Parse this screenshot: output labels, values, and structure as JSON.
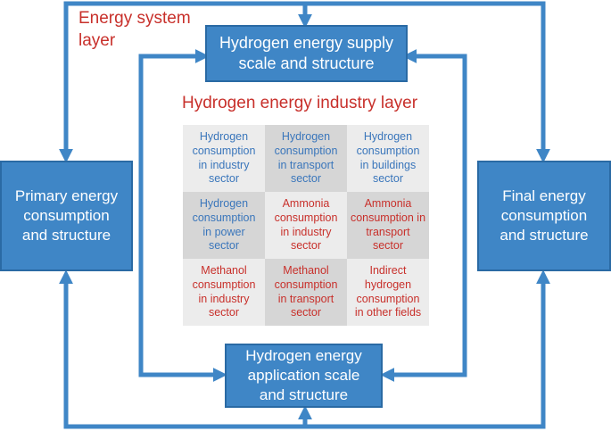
{
  "layers": {
    "energy_system": "Energy system\nlayer",
    "industry": "Hydrogen energy industry layer"
  },
  "boxes": {
    "supply": "Hydrogen energy supply\nscale and structure",
    "primary": "Primary energy\nconsumption\nand structure",
    "final": "Final energy\nconsumption\nand structure",
    "application": "Hydrogen energy\napplication scale\nand structure"
  },
  "grid": [
    {
      "text": "Hydrogen\nconsumption\nin industry\nsector",
      "color": "blue",
      "shade": "light"
    },
    {
      "text": "Hydrogen\nconsumption\nin transport\nsector",
      "color": "blue",
      "shade": "dark"
    },
    {
      "text": "Hydrogen\nconsumption\nin buildings\nsector",
      "color": "blue",
      "shade": "light"
    },
    {
      "text": "Hydrogen\nconsumption\nin power\nsector",
      "color": "blue",
      "shade": "dark"
    },
    {
      "text": "Ammonia\nconsumption\nin industry\nsector",
      "color": "red",
      "shade": "light"
    },
    {
      "text": "Ammonia\nconsumption in\ntransport\nsector",
      "color": "red",
      "shade": "dark"
    },
    {
      "text": "Methanol\nconsumption\nin industry\nsector",
      "color": "red",
      "shade": "light"
    },
    {
      "text": "Methanol\nconsumption\nin transport\nsector",
      "color": "red",
      "shade": "dark"
    },
    {
      "text": "Indirect\nhydrogen\nconsumption\nin other fields",
      "color": "red",
      "shade": "light"
    }
  ],
  "colors": {
    "box_fill": "#3f86c6",
    "connector": "#3f86c6",
    "label_red": "#c8302b",
    "label_blue": "#3a76bb"
  }
}
